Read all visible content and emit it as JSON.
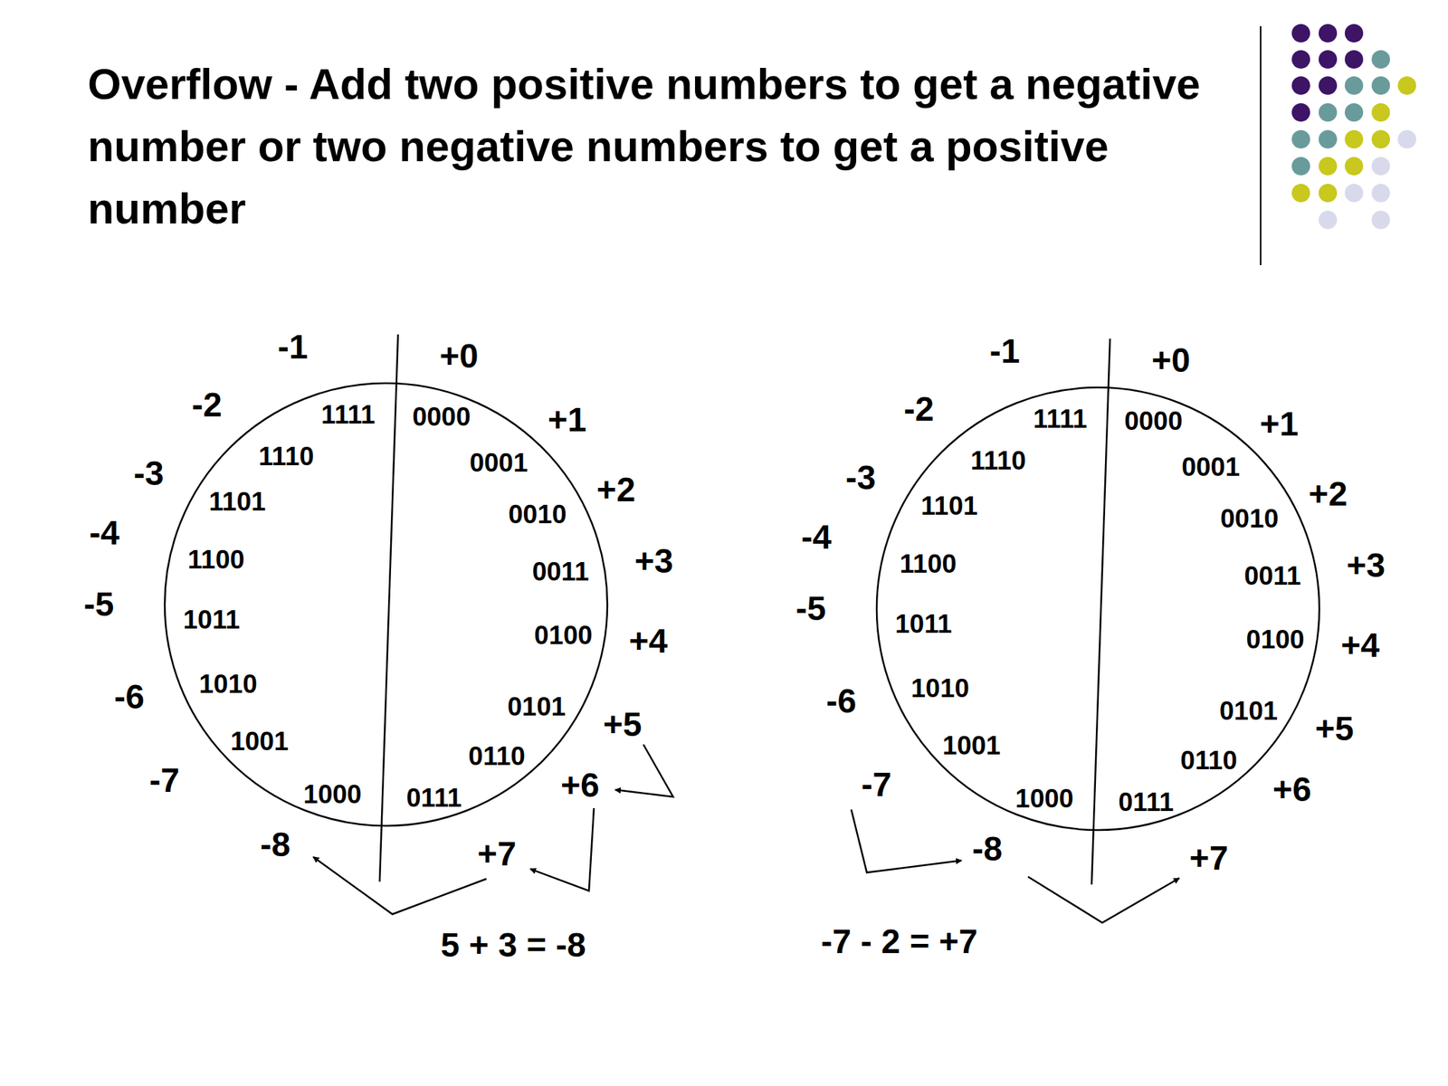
{
  "diagram": {
    "title": "Overflow - Add two positive numbers to get a negative number or two negative numbers to get a positive number",
    "nodes": [
      {
        "text": [
          "0000",
          "0001",
          "0010",
          "0011",
          "0100",
          "0101",
          "0110",
          "0111",
          "1000",
          "1001",
          "1010",
          "1011",
          "1100",
          "1101",
          "1110",
          "1111"
        ]
      },
      {
        "text": [
          "0000",
          "0001",
          "0010",
          "0011",
          "0100",
          "0101",
          "0110",
          "0111",
          "1000",
          "1001",
          "1010",
          "1011",
          "1100",
          "1101",
          "1110",
          "1111"
        ]
      }
    ],
    "labels": [
      "+0",
      "+1",
      "+2",
      "+3",
      "+4",
      "+5",
      "+6",
      "+7",
      "-8",
      "-7",
      "-6",
      "-5",
      "-4",
      "-3",
      "-2",
      "-1",
      "5 + 3 = -8",
      "+0",
      "+1",
      "+2",
      "+3",
      "+4",
      "+5",
      "+6",
      "+7",
      "-8",
      "-7",
      "-6",
      "-5",
      "-4",
      "-3",
      "-2",
      "-1",
      "-7 - 2 = +7"
    ]
  }
}
